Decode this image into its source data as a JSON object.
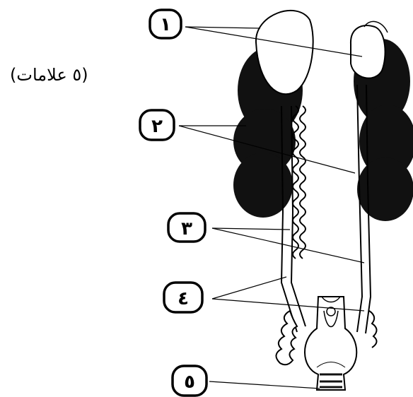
{
  "marks_text": "(٥ علامات)",
  "labels": [
    "١",
    "٢",
    "٣",
    "٤",
    "٥"
  ],
  "colors": {
    "ink": "#000000",
    "paper": "#ffffff",
    "tissue": "#111111"
  }
}
